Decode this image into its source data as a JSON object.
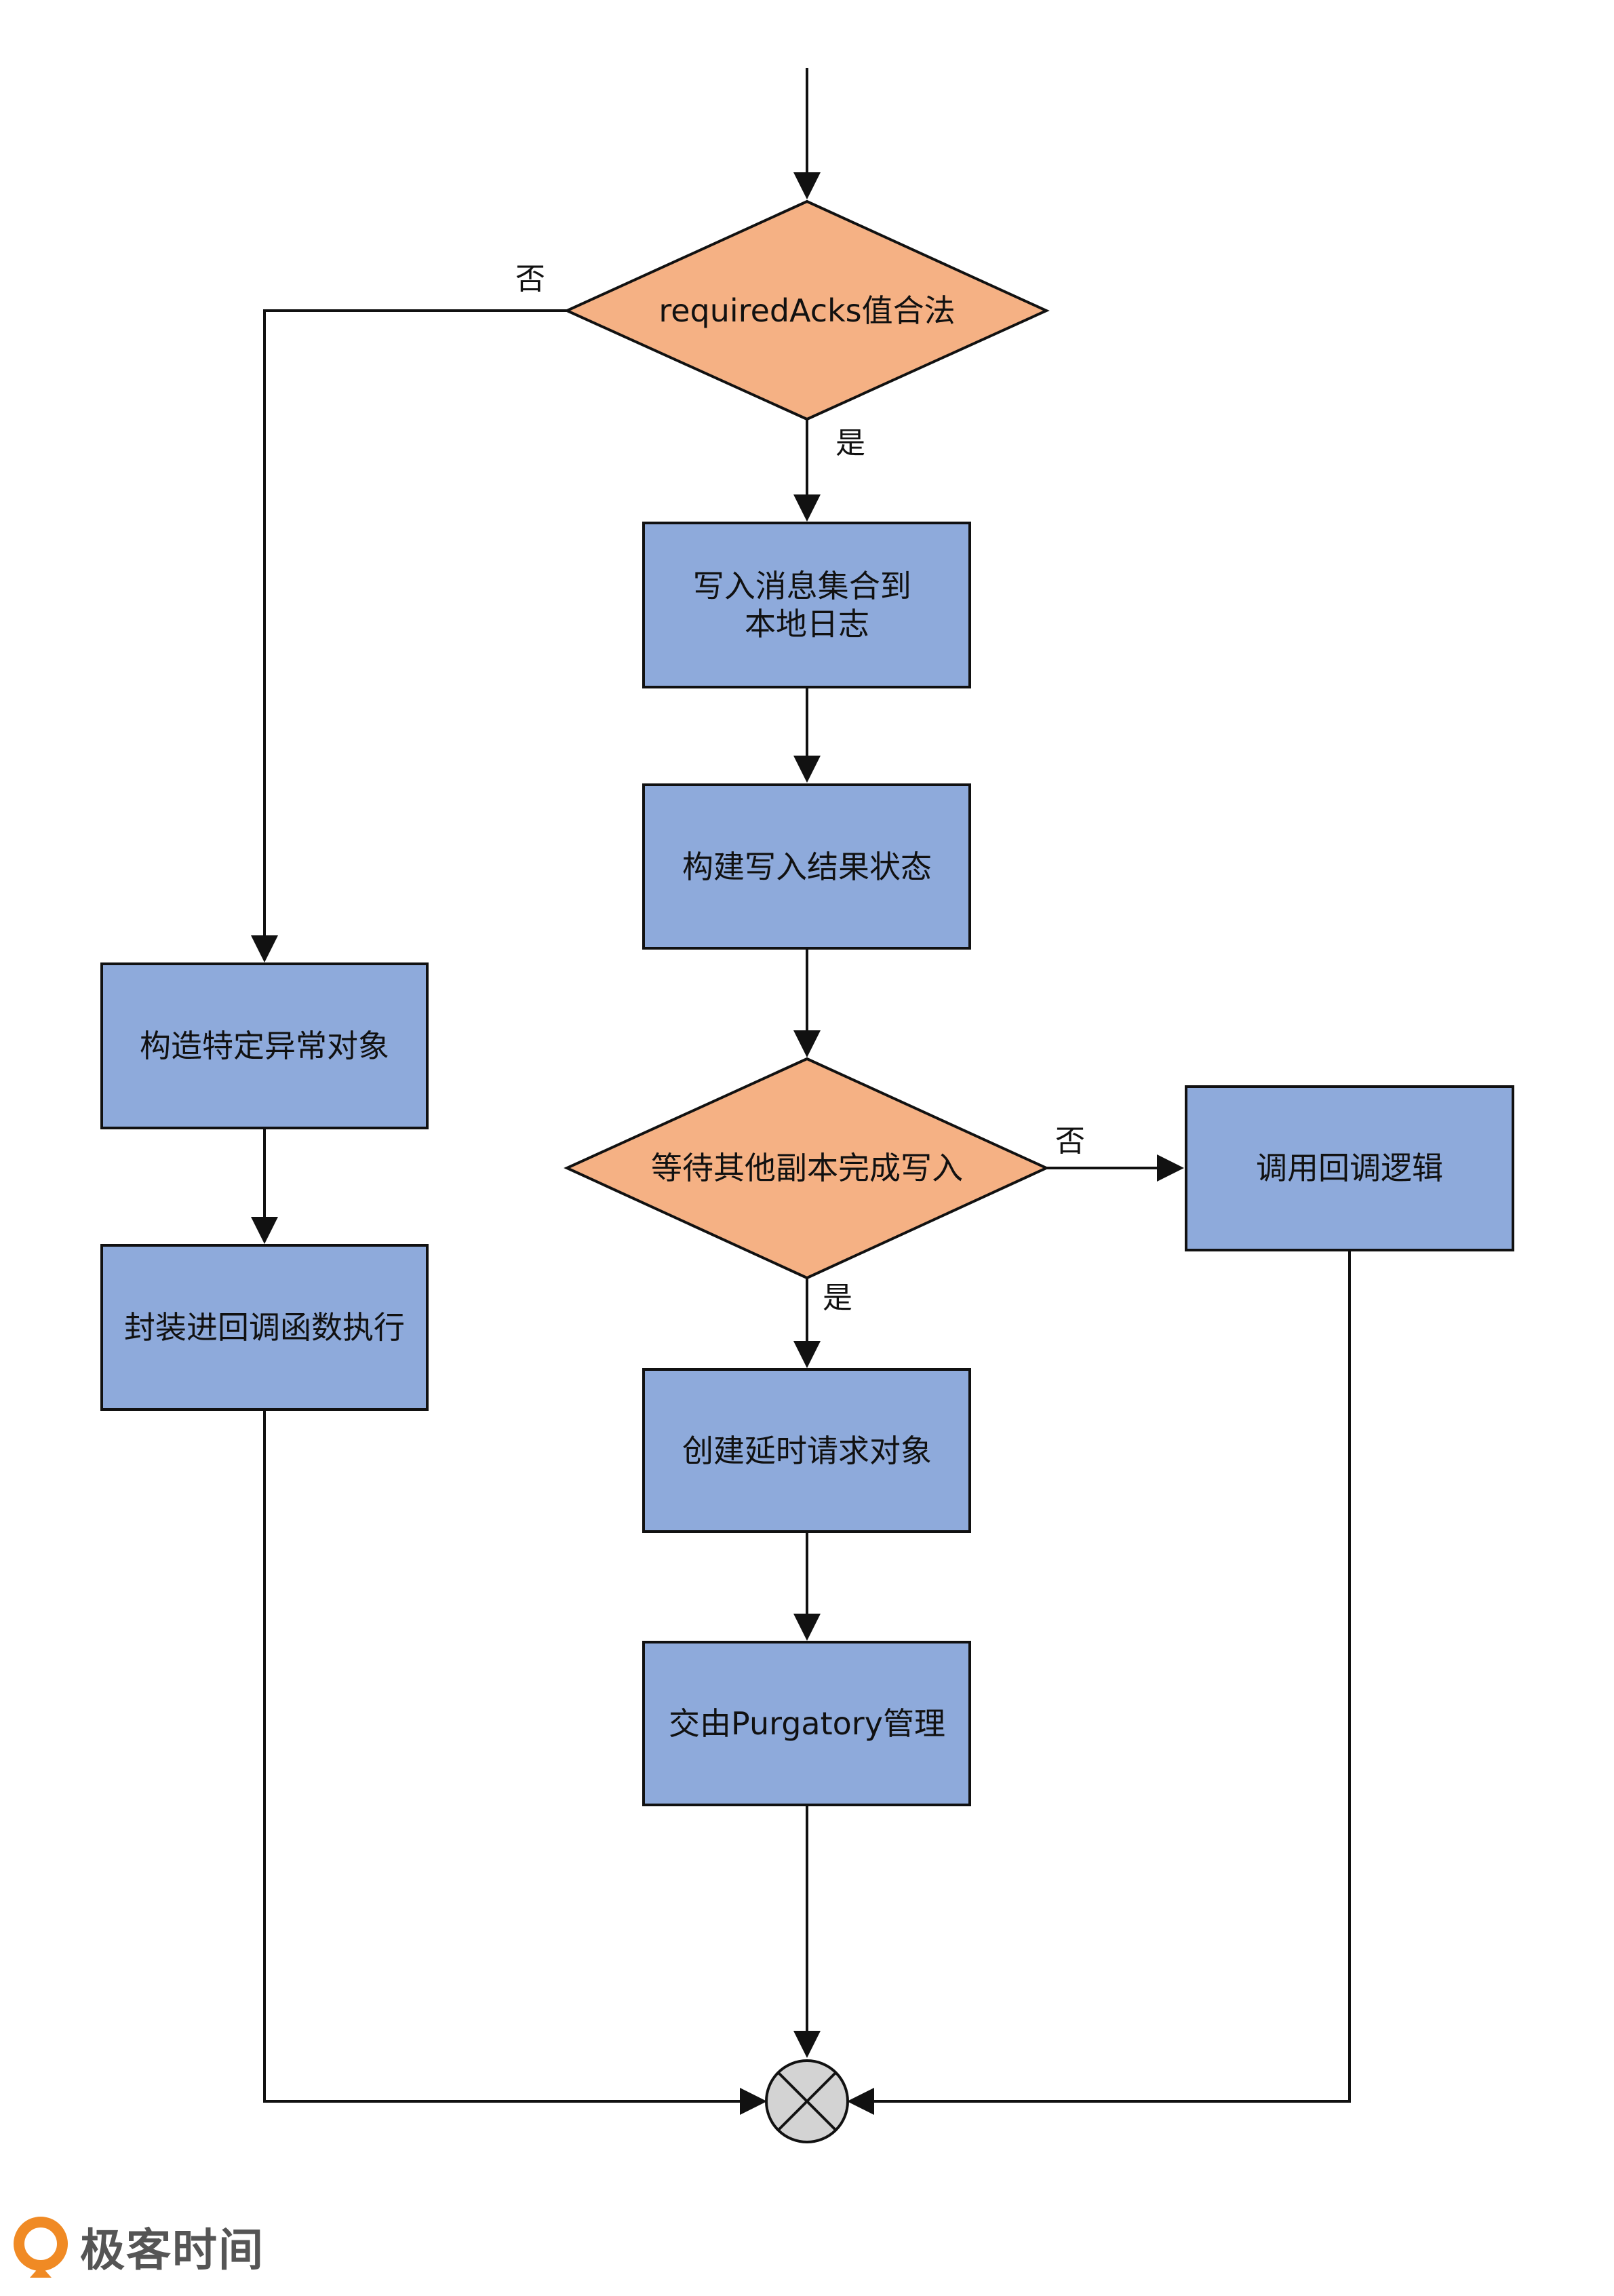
{
  "colors": {
    "decision_fill": "#F5B184",
    "process_fill": "#8EAADB",
    "merge_fill": "#D3D3D3",
    "stroke": "#111111",
    "logo_orange": "#F08A24",
    "logo_text": "#555555"
  },
  "nodes": {
    "decision_required_acks": "requiredAcks值合法",
    "write_local_log": [
      "写入消息集合到",
      "本地日志"
    ],
    "build_write_status": "构建写入结果状态",
    "decision_wait_replicas": "等待其他副本完成写入",
    "create_delayed_request": "创建延时请求对象",
    "hand_to_purgatory": "交由Purgatory管理",
    "build_exception": "构造特定异常对象",
    "wrap_callback": "封装进回调函数执行",
    "invoke_callback": "调用回调逻辑"
  },
  "labels": {
    "no_acks": "否",
    "yes_acks": "是",
    "no_wait": "否",
    "yes_wait": "是"
  },
  "logo": {
    "text": "极客时间",
    "icon": "geektime-logo-icon"
  }
}
